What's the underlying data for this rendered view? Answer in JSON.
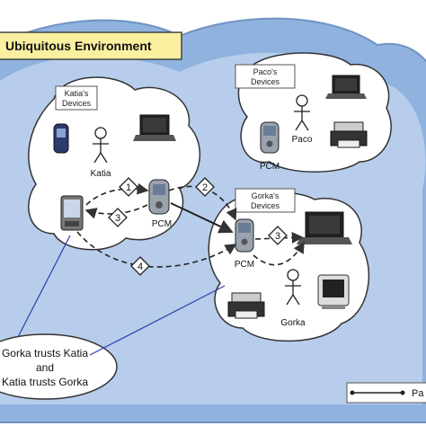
{
  "title": "Ubiquitous Environment",
  "colors": {
    "cloud_outer": "#8fb3de",
    "cloud_inner": "#b7cdeb",
    "title_bg": "#fbf0a0",
    "bubble": "#ffffff",
    "line": "#333333",
    "trust_line": "#2a3db0"
  },
  "groups": {
    "katia": {
      "label_line1": "Katia's",
      "label_line2": "Devices",
      "person": "Katia"
    },
    "paco": {
      "label_line1": "Paco's",
      "label_line2": "Devices",
      "person": "Paco",
      "pcm": "PCM"
    },
    "gorka": {
      "label_line1": "Gorka's",
      "label_line2": "Devices",
      "person": "Gorka",
      "pcm": "PCM"
    }
  },
  "center_pcm": "PCM",
  "steps": [
    "1",
    "2",
    "3",
    "3",
    "4"
  ],
  "trust_note": {
    "line1": "Gorka trusts Katia",
    "line2": "and",
    "line3": "Katia trusts Gorka"
  },
  "legend": {
    "label": "Pa"
  }
}
